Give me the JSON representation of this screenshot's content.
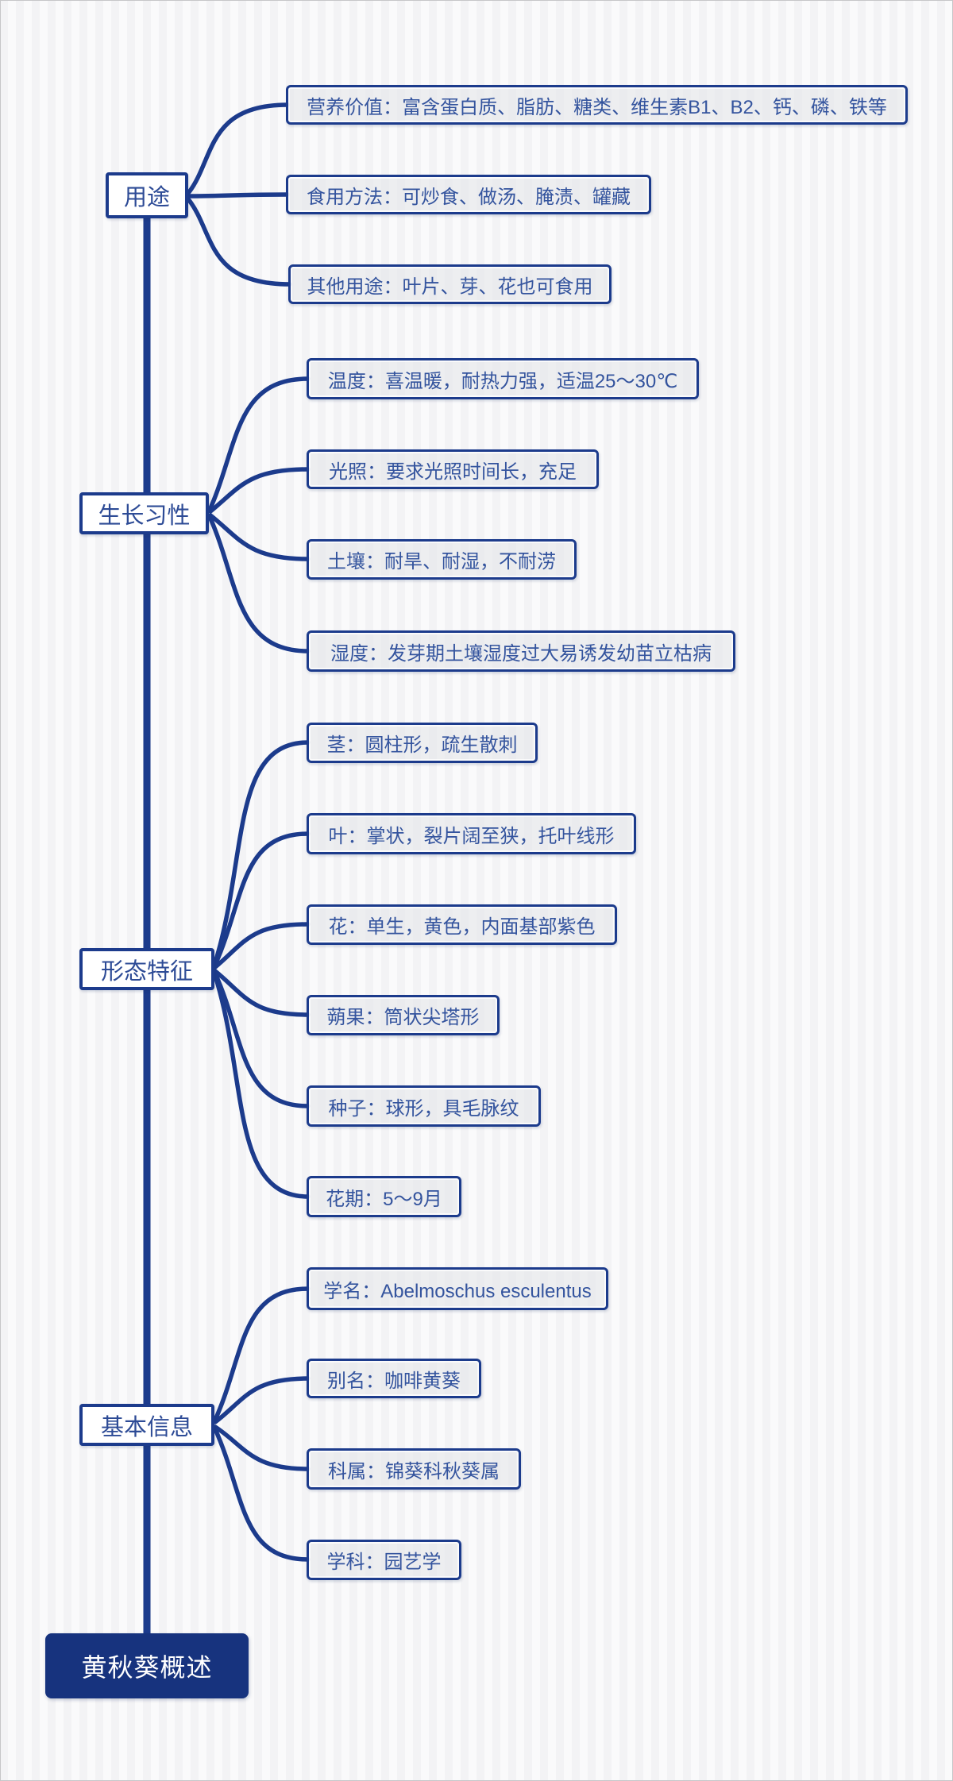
{
  "colors": {
    "line": "#1c3b8c",
    "node_border": "#1c3b8c",
    "node_text": "#34549e",
    "branch_text": "#2d4b96",
    "root_bg": "#17337e",
    "root_text": "#ffffff"
  },
  "mindmap": {
    "root": {
      "label": "黄秋葵概述"
    },
    "branches": [
      {
        "label": "用途",
        "children": [
          {
            "text": "营养价值：富含蛋白质、脂肪、糖类、维生素B1、B2、钙、磷、铁等"
          },
          {
            "text": "食用方法：可炒食、做汤、腌渍、罐藏"
          },
          {
            "text": "其他用途：叶片、芽、花也可食用"
          }
        ]
      },
      {
        "label": "生长习性",
        "children": [
          {
            "text": "温度：喜温暖，耐热力强，适温25～30℃"
          },
          {
            "text": "光照：要求光照时间长，充足"
          },
          {
            "text": "土壤：耐旱、耐湿，不耐涝"
          },
          {
            "text": "湿度：发芽期土壤湿度过大易诱发幼苗立枯病"
          }
        ]
      },
      {
        "label": "形态特征",
        "children": [
          {
            "text": "茎：圆柱形，疏生散刺"
          },
          {
            "text": "叶：掌状，裂片阔至狭，托叶线形"
          },
          {
            "text": "花：单生，黄色，内面基部紫色"
          },
          {
            "text": "蒴果：筒状尖塔形"
          },
          {
            "text": "种子：球形，具毛脉纹"
          },
          {
            "text": "花期：5～9月"
          }
        ]
      },
      {
        "label": "基本信息",
        "children": [
          {
            "text": "学名：Abelmoschus esculentus"
          },
          {
            "text": "别名：咖啡黄葵"
          },
          {
            "text": "科属：锦葵科秋葵属"
          },
          {
            "text": "学科：园艺学"
          }
        ]
      }
    ]
  }
}
